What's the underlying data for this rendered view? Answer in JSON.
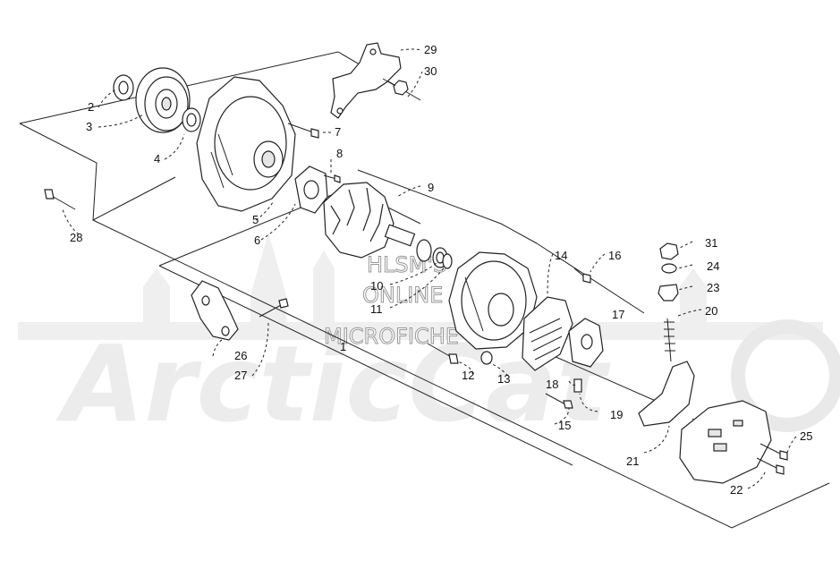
{
  "watermark": {
    "brand": "ArcticCat",
    "line1": "HLSM'S",
    "line2": "ONLINE",
    "line3": "MICROFICHE"
  },
  "callouts": [
    {
      "id": "1",
      "text": "1"
    },
    {
      "id": "2",
      "text": "2"
    },
    {
      "id": "3",
      "text": "3"
    },
    {
      "id": "4",
      "text": "4"
    },
    {
      "id": "5",
      "text": "5"
    },
    {
      "id": "6",
      "text": "6"
    },
    {
      "id": "7",
      "text": "7"
    },
    {
      "id": "8",
      "text": "8"
    },
    {
      "id": "9",
      "text": "9"
    },
    {
      "id": "10",
      "text": "10"
    },
    {
      "id": "11",
      "text": "11"
    },
    {
      "id": "12",
      "text": "12"
    },
    {
      "id": "13",
      "text": "13"
    },
    {
      "id": "14",
      "text": "14"
    },
    {
      "id": "15",
      "text": "15"
    },
    {
      "id": "16",
      "text": "16"
    },
    {
      "id": "17",
      "text": "17"
    },
    {
      "id": "18",
      "text": "18"
    },
    {
      "id": "19",
      "text": "19"
    },
    {
      "id": "20",
      "text": "20"
    },
    {
      "id": "21",
      "text": "21"
    },
    {
      "id": "22",
      "text": "22"
    },
    {
      "id": "23",
      "text": "23"
    },
    {
      "id": "24",
      "text": "24"
    },
    {
      "id": "25",
      "text": "25"
    },
    {
      "id": "26",
      "text": "26"
    },
    {
      "id": "27",
      "text": "27"
    },
    {
      "id": "28",
      "text": "28"
    },
    {
      "id": "29",
      "text": "29"
    },
    {
      "id": "30",
      "text": "30"
    },
    {
      "id": "31",
      "text": "31"
    }
  ]
}
